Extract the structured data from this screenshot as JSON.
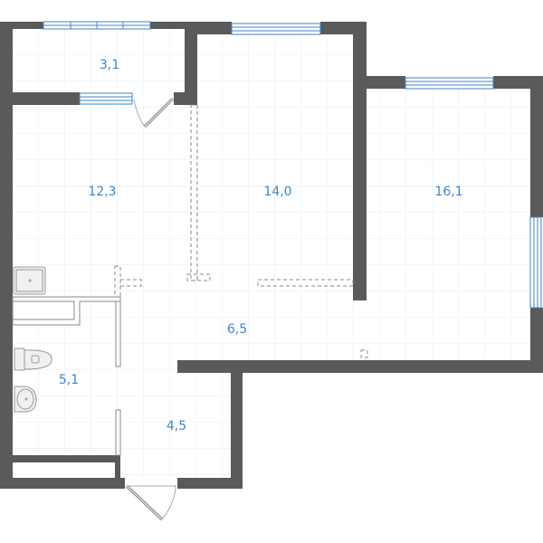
{
  "colors": {
    "wall": "#5a5a5a",
    "grid": "#e2edf9",
    "window": "#3d86c6",
    "label": "#3d86c6",
    "fixture": "#f0f0f0"
  },
  "rooms": [
    {
      "id": "balcony",
      "area": "3,1"
    },
    {
      "id": "kitchen",
      "area": "12,3"
    },
    {
      "id": "room-1",
      "area": "14,0"
    },
    {
      "id": "room-2",
      "area": "16,1"
    },
    {
      "id": "corridor",
      "area": "6,5"
    },
    {
      "id": "bathroom",
      "area": "5,1"
    },
    {
      "id": "hall",
      "area": "4,5"
    }
  ]
}
